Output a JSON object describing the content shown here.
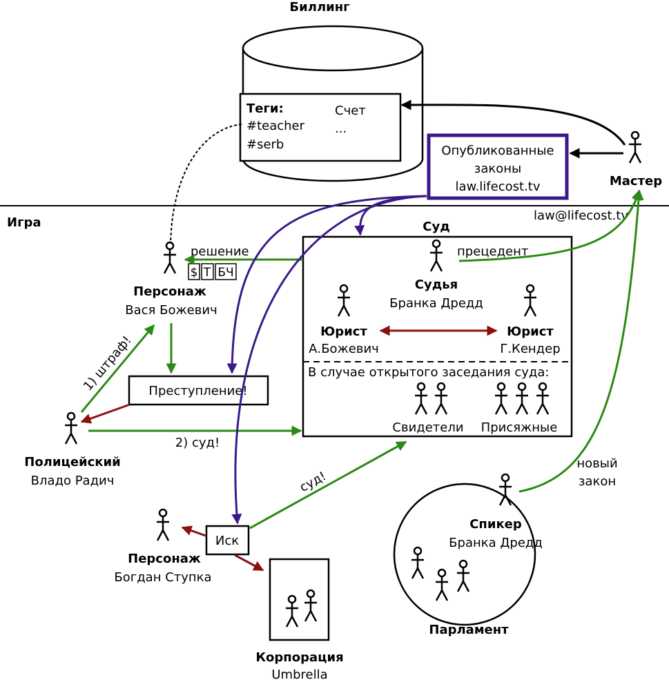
{
  "billing": {
    "title": "Биллинг",
    "tags_heading": "Теги:",
    "tag1": "#teacher",
    "tag2": "#serb",
    "account": "Счет",
    "ellipsis": "..."
  },
  "laws": {
    "line1": "Опубликованные",
    "line2": "законы",
    "line3": "law.lifecost.tv"
  },
  "master": {
    "label": "Мастер",
    "email": "law@lifecost.tv"
  },
  "game": {
    "label": "Игра"
  },
  "court": {
    "title": "Суд",
    "judge_role": "Судья",
    "judge_name": "Бранка Дредд",
    "precedent": "прецедент",
    "lawyer_left_role": "Юрист",
    "lawyer_left_name": "А.Божевич",
    "lawyer_right_role": "Юрист",
    "lawyer_right_name": "Г.Кендер",
    "open_session": "В случае открытого заседания суда:",
    "witnesses": "Свидетели",
    "jurors": "Присяжные"
  },
  "character1": {
    "role": "Персонаж",
    "name": "Вася Божевич",
    "decision": "решение",
    "badges": [
      "$",
      "Т",
      "БЧ"
    ]
  },
  "crime": {
    "label": "Преступление!"
  },
  "police": {
    "role": "Полицейский",
    "name": "Владо Радич",
    "fine": "1) штраф!",
    "court": "2) суд!"
  },
  "lawsuit": {
    "label": "Иск",
    "court": "суд!"
  },
  "character2": {
    "role": "Персонаж",
    "name": "Богдан Ступка"
  },
  "corporation": {
    "role": "Корпорация",
    "name": "Umbrella"
  },
  "parliament": {
    "label": "Парламент",
    "speaker_role": "Спикер",
    "speaker_name": "Бранка Дредд",
    "new_law_1": "новый",
    "new_law_2": "закон"
  },
  "colors": {
    "green": "#2a8a14",
    "purple": "#3a1a8a",
    "darkred": "#8b1010",
    "black": "#000000"
  }
}
